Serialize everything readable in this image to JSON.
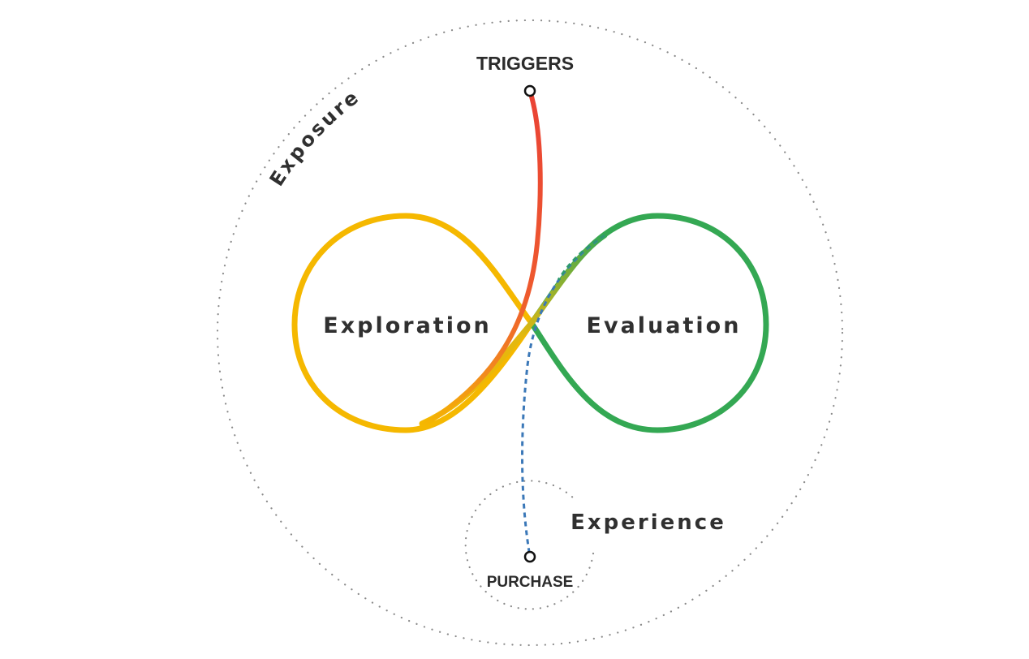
{
  "diagram": {
    "labels": {
      "exposure": "Exposure",
      "triggers": "TRIGGERS",
      "exploration": "Exploration",
      "evaluation": "Evaluation",
      "experience": "Experience",
      "purchase": "PURCHASE"
    },
    "colors": {
      "exploration_loop": "#F5B800",
      "evaluation_loop": "#34A853",
      "trigger_path": "#EA4335",
      "purchase_path": "#3B78B8",
      "dotted_boundary": "#8A8A8A",
      "text": "#2B2B2B"
    }
  }
}
